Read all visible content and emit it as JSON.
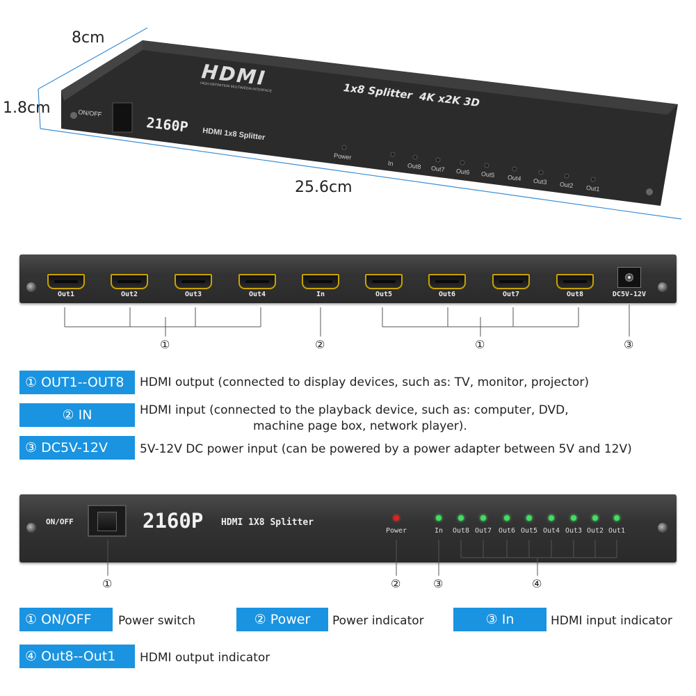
{
  "dimensions": {
    "depth": "8cm",
    "height": "1.8cm",
    "length": "25.6cm"
  },
  "device_top": {
    "logo": "HDMI",
    "logo_sub": "HIGH-DEFINITION MULTIMEDIA INTERFACE",
    "tagline": "1x8 Splitter  4K x2K 3D",
    "switch_label": "ON/OFF",
    "model": "2160P",
    "model_sub": "HDMI 1x8 Splitter",
    "leds": [
      "Power",
      "In",
      "Out8",
      "Out7",
      "Out6",
      "Out5",
      "Out4",
      "Out3",
      "Out2",
      "Out1"
    ]
  },
  "rear_panel": {
    "ports": [
      "Out1",
      "Out2",
      "Out3",
      "Out4",
      "In",
      "Out5",
      "Out6",
      "Out7",
      "Out8"
    ],
    "power_jack": "DC5V-12V",
    "callouts": [
      "①",
      "②",
      "①",
      "③"
    ]
  },
  "rear_legend": [
    {
      "badge": "① OUT1--OUT8",
      "desc": "HDMI output (connected to display devices, such as: TV, monitor, projector)"
    },
    {
      "badge": "② IN",
      "desc": "HDMI input (connected to the playback device, such as: computer, DVD,",
      "desc2": "machine page box, network player)."
    },
    {
      "badge": "③ DC5V-12V",
      "desc": "5V-12V DC power input (can be powered by a power adapter between 5V and 12V)"
    }
  ],
  "front_panel": {
    "switch_label": "ON/OFF",
    "model": "2160P",
    "model_sub": "HDMI 1X8 Splitter",
    "power_label": "Power",
    "in_label": "In",
    "out_labels": [
      "Out8",
      "Out7",
      "Out6",
      "Out5",
      "Out4",
      "Out3",
      "Out2",
      "Out1"
    ],
    "callouts": [
      "①",
      "②",
      "③",
      "④"
    ],
    "colors": {
      "power_led": "#e02020",
      "status_led": "#3fe060"
    }
  },
  "front_legend": [
    {
      "badge": "① ON/OFF",
      "desc": "Power switch"
    },
    {
      "badge": "② Power",
      "desc": "Power indicator"
    },
    {
      "badge": "③ In",
      "desc": "HDMI input indicator"
    },
    {
      "badge": "④ Out8--Out1",
      "desc": "HDMI output indicator"
    }
  ]
}
